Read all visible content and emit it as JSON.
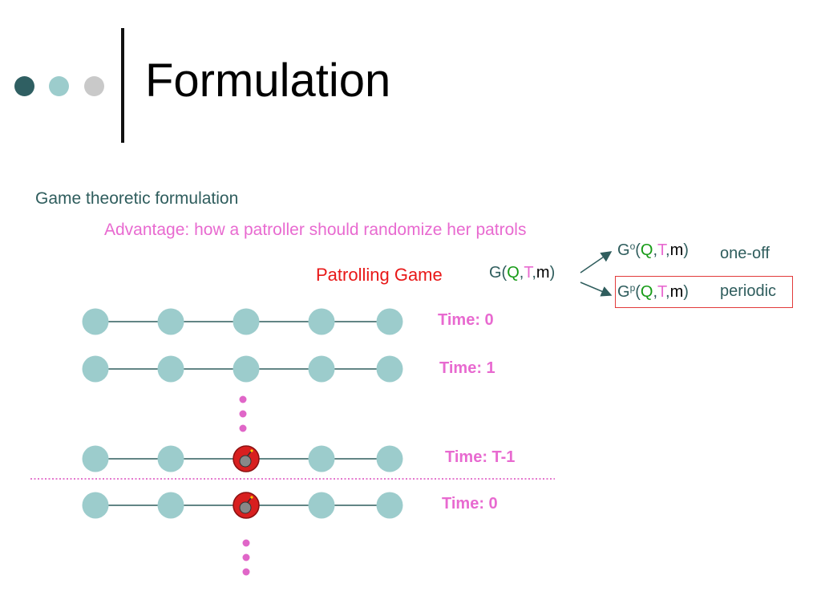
{
  "slide": {
    "title": "Formulation",
    "subtitle": "Game theoretic formulation",
    "advantage": "Advantage: how a patroller should randomize her patrols",
    "game_label": "Patrolling Game",
    "general_formula": {
      "prefix": "G(",
      "q": "Q",
      "c1": ",",
      "t": "T",
      "c2": ",",
      "m": "m",
      "suffix": ")"
    },
    "oneoff_formula": {
      "prefix": "G",
      "sup": "o",
      "open": "(",
      "q": "Q",
      "c1": ",",
      "t": "T",
      "c2": ",",
      "m": "m",
      "suffix": ")"
    },
    "periodic_formula": {
      "prefix": "G",
      "sup": "p",
      "open": "(",
      "q": "Q",
      "c1": ",",
      "t": "T",
      "c2": ",",
      "m": "m",
      "suffix": ")"
    },
    "oneoff_label": "one-off",
    "periodic_label": "periodic",
    "time_labels": [
      "Time: 0",
      "Time: 1",
      "Time: T-1",
      "Time: 0"
    ]
  },
  "decor": {
    "bullet_colors": [
      "#2f5f62",
      "#9ccccc",
      "#c9c9c9"
    ],
    "node_color": "#9ccccc",
    "edge_color": "#2f5d5d",
    "bomb_color": "#d81f1f",
    "dots_color": "#e066c8",
    "arrow_color": "#2f5d5d",
    "icons": [
      "bomb-icon",
      "arrow-icon"
    ]
  }
}
